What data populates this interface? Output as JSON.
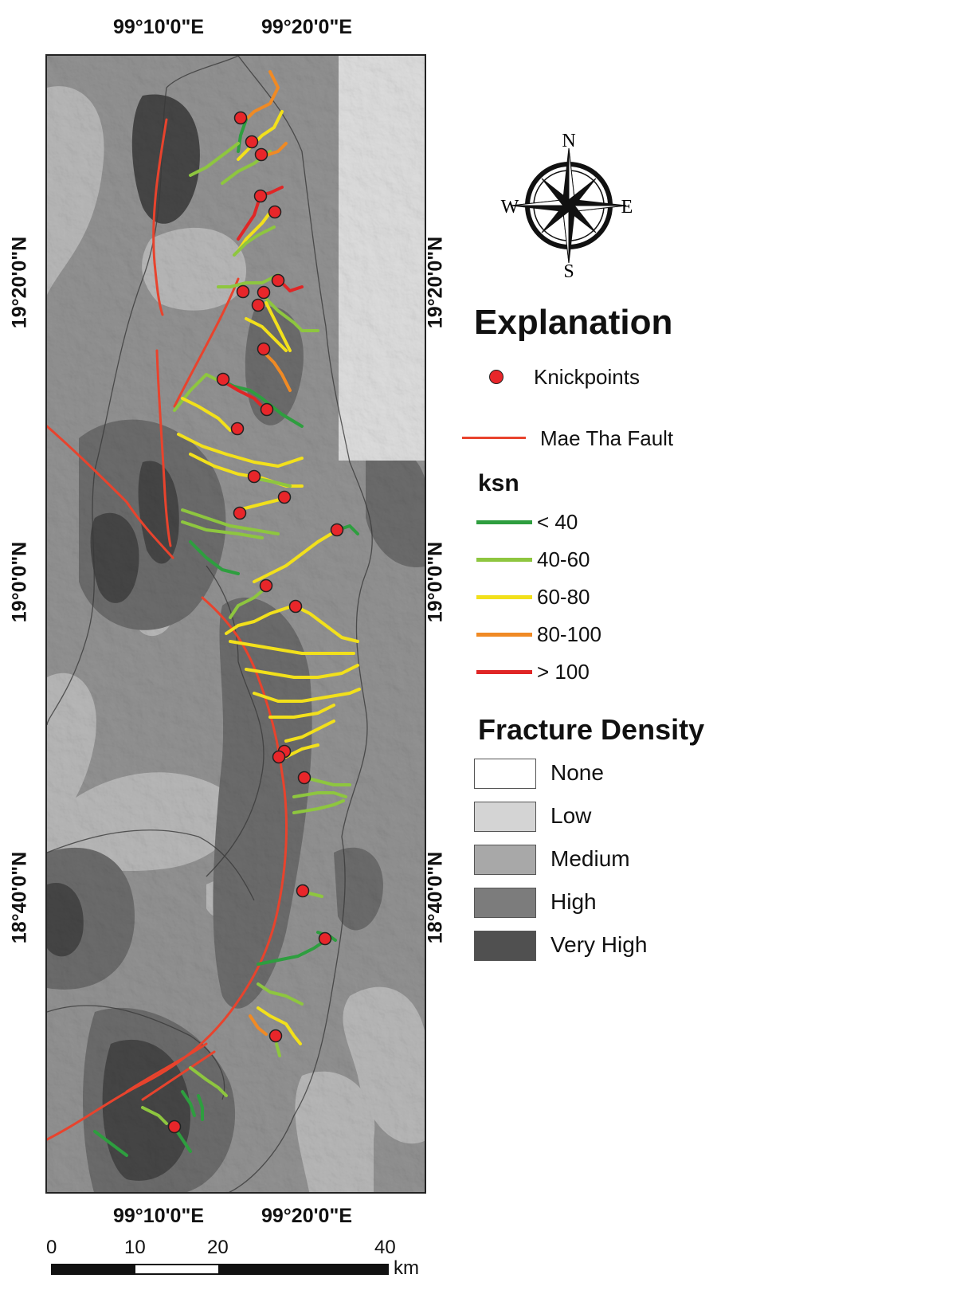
{
  "map": {
    "top_lon_labels": [
      "99°10'0\"E",
      "99°20'0\"E"
    ],
    "bottom_lon_labels": [
      "99°10'0\"E",
      "99°20'0\"E"
    ],
    "left_lat_labels": [
      "19°20'0\"N",
      "19°0'0\"N",
      "18°40'0\"N"
    ],
    "right_lat_labels": [
      "19°20'0\"N",
      "19°0'0\"N",
      "18°40'0\"N"
    ]
  },
  "compass": {
    "n": "N",
    "s": "S",
    "e": "E",
    "w": "W"
  },
  "legend": {
    "title": "Explanation",
    "knickpoints_label": "Knickpoints",
    "knickpoint_color": "#e8262a",
    "fault_label": "Mae Tha Fault",
    "fault_color": "#e8432d",
    "ksn_title": "ksn",
    "ksn_classes": [
      {
        "label": "< 40",
        "color": "#2e9e3f"
      },
      {
        "label": "40-60",
        "color": "#8ec63f"
      },
      {
        "label": "60-80",
        "color": "#f2e01b"
      },
      {
        "label": "80-100",
        "color": "#f08a24"
      },
      {
        "label": "> 100",
        "color": "#e02626"
      }
    ],
    "fracture_title": "Fracture Density",
    "fracture_classes": [
      {
        "label": "None",
        "color": "#ffffff"
      },
      {
        "label": "Low",
        "color": "#d4d4d4"
      },
      {
        "label": "Medium",
        "color": "#a8a8a8"
      },
      {
        "label": "High",
        "color": "#7c7c7c"
      },
      {
        "label": "Very High",
        "color": "#505050"
      }
    ]
  },
  "scale_bar": {
    "ticks": [
      "0",
      "10",
      "20",
      "40"
    ],
    "unit": "km"
  }
}
